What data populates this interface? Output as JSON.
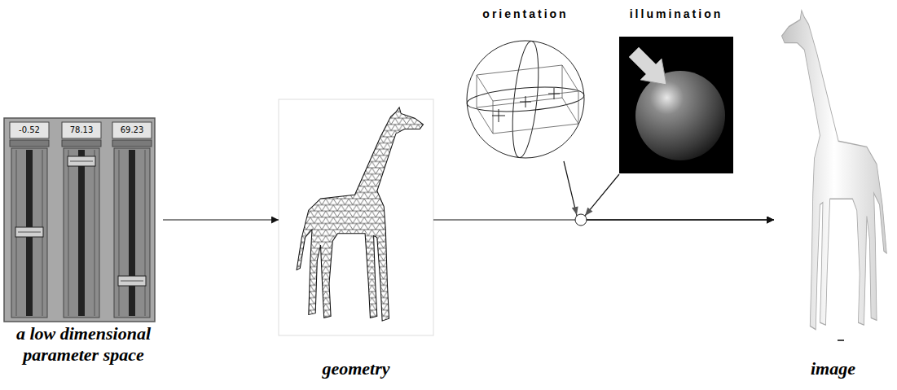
{
  "diagram": {
    "nodes": [
      {
        "text": [
          "-0.52",
          "78.13",
          "69.23",
          "a low dimensional parameter space"
        ]
      },
      {
        "text": [
          "geometry"
        ]
      },
      {
        "text": [
          "orientation"
        ]
      },
      {
        "text": [
          "illumination"
        ]
      },
      {
        "text": [
          "image"
        ]
      }
    ],
    "edges": [
      {
        "from": 0,
        "to": 1,
        "arrow": "to"
      },
      {
        "from": 1,
        "to": 4,
        "arrow": "to"
      },
      {
        "from": 2,
        "to": 4,
        "arrow": "to"
      },
      {
        "from": 3,
        "to": 4,
        "arrow": "to"
      }
    ]
  }
}
